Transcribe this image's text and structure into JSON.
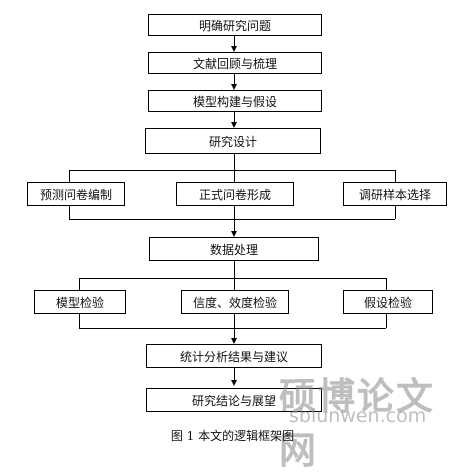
{
  "flow": {
    "step1": "明确研究问题",
    "step2": "文献回顾与梳理",
    "step3": "模型构建与假设",
    "step4": "研究设计",
    "branch1": [
      "预测问卷编制",
      "正式问卷形成",
      "调研样本选择"
    ],
    "step5": "数据处理",
    "branch2": [
      "模型检验",
      "信度、效度检验",
      "假设检验"
    ],
    "step6": "统计分析结果与建议",
    "step7": "研究结论与展望"
  },
  "caption": "图 1 本文的逻辑框架图",
  "watermark": {
    "chinese": "硕博论文网",
    "url": "sblunwen.com"
  }
}
